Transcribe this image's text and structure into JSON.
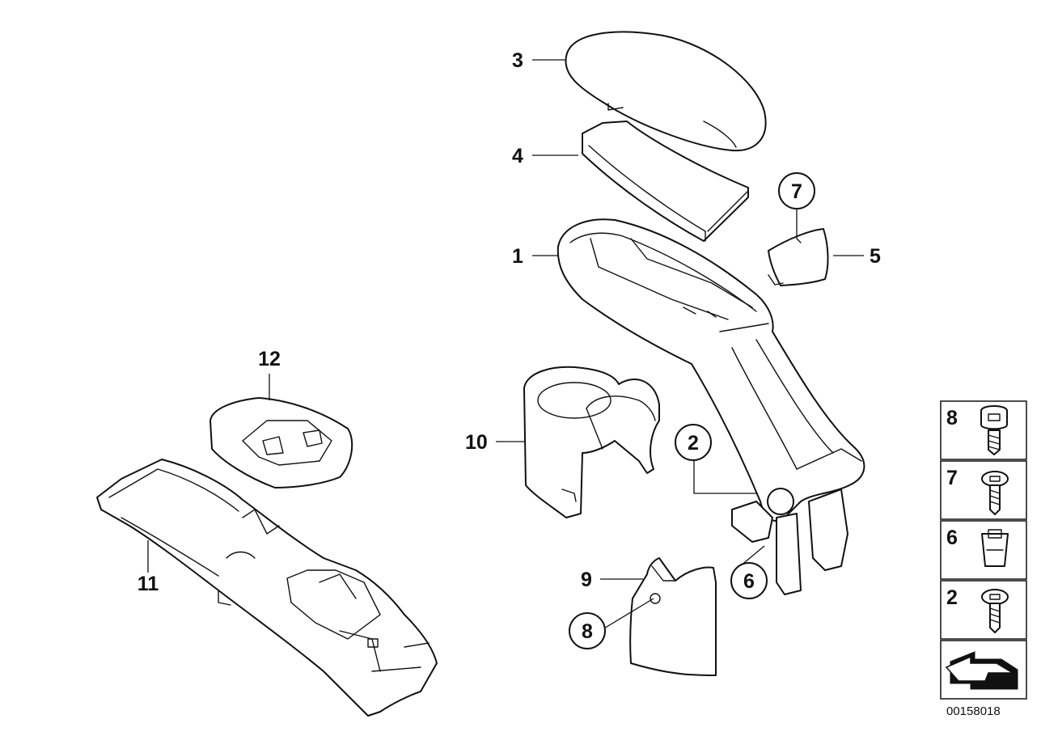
{
  "callouts": {
    "c1": "1",
    "c2": "2",
    "c3": "3",
    "c4": "4",
    "c5": "5",
    "c6": "6",
    "c7": "7",
    "c8": "8",
    "c9": "9",
    "c10": "10",
    "c11": "11",
    "c12": "12"
  },
  "legend": {
    "items": [
      "8",
      "7",
      "6",
      "2"
    ]
  },
  "doc_id": "00158018"
}
